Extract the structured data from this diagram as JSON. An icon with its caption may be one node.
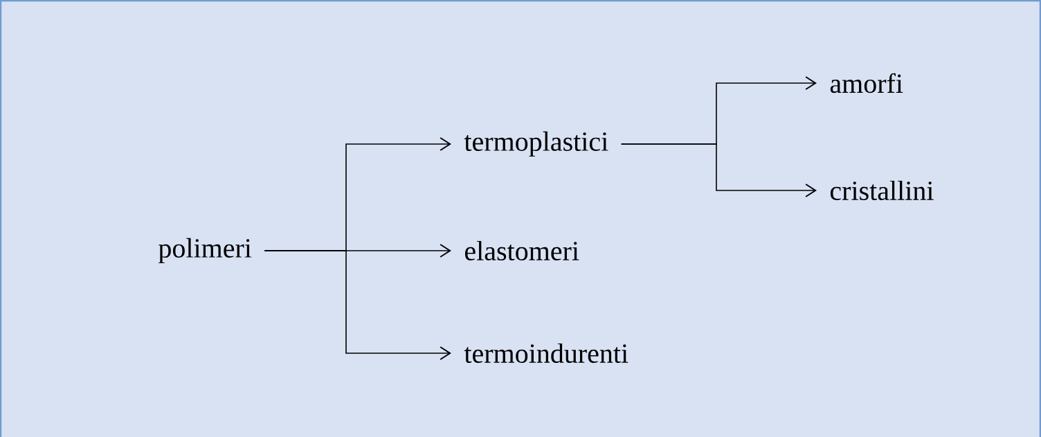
{
  "diagram": {
    "nodes": [
      {
        "text": [
          "polimeri"
        ]
      },
      {
        "text": [
          "termoplastici"
        ]
      },
      {
        "text": [
          "elastomeri"
        ]
      },
      {
        "text": [
          "termoindurenti"
        ]
      },
      {
        "text": [
          "amorfi"
        ]
      },
      {
        "text": [
          "cristallini"
        ]
      }
    ],
    "edges": [
      {
        "from": 0,
        "to": 1,
        "arrow": "to"
      },
      {
        "from": 0,
        "to": 2,
        "arrow": "to"
      },
      {
        "from": 0,
        "to": 3,
        "arrow": "to"
      },
      {
        "from": 1,
        "to": 4,
        "arrow": "to"
      },
      {
        "from": 1,
        "to": 5,
        "arrow": "to"
      }
    ]
  }
}
